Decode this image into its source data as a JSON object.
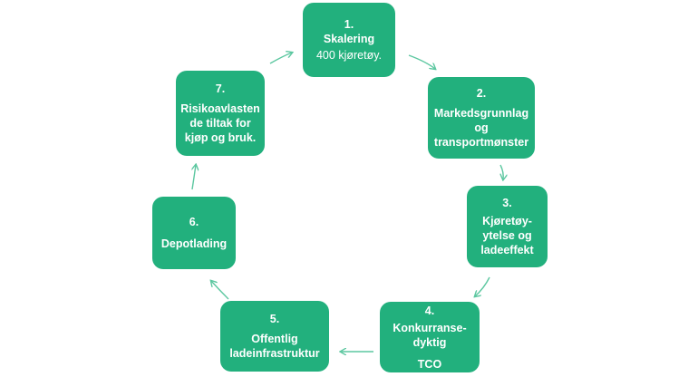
{
  "colors": {
    "box": "#22b07d",
    "arrow": "#5cc7a0",
    "text": "#ffffff"
  },
  "steps": [
    {
      "num": "1.",
      "title": "Skalering",
      "detail": "400 kjøretøy."
    },
    {
      "num": "2.",
      "title": "Markedsgrunnlag og transportmønster",
      "detail": ""
    },
    {
      "num": "3.",
      "title": "Kjøretøy-ytelse og ladeeffekt",
      "detail": ""
    },
    {
      "num": "4.",
      "title": "Konkurranse-dyktig",
      "detail": "TCO"
    },
    {
      "num": "5.",
      "title": "Offentlig ladeinfrastruktur",
      "detail": ""
    },
    {
      "num": "6.",
      "title": "Depotlading",
      "detail": ""
    },
    {
      "num": "7.",
      "title": "Risikoavlasten de tiltak for kjøp og bruk.",
      "detail": ""
    }
  ]
}
